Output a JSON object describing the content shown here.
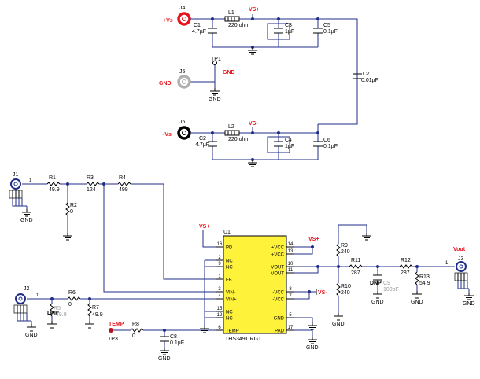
{
  "connectors": {
    "j4": {
      "ref": "J4",
      "net": "+Vs"
    },
    "j5": {
      "ref": "J5",
      "net": "GND"
    },
    "j6": {
      "ref": "J6",
      "net": "-Vs"
    },
    "j1": {
      "ref": "J1",
      "pin": "1"
    },
    "j2": {
      "ref": "J2",
      "pin": "1"
    },
    "j3": {
      "ref": "J3",
      "pin": "1",
      "net": "Vout"
    }
  },
  "testpoints": {
    "tp1": {
      "ref": "TP1",
      "net": "GND"
    },
    "tp3": {
      "ref": "TP3",
      "net": "TEMP"
    }
  },
  "rail_labels": {
    "vs_plus": "VS+",
    "vs_minus": "VS-",
    "gnd": "GND"
  },
  "power_section": {
    "c1": {
      "ref": "C1",
      "value": "4.7µF"
    },
    "l1": {
      "ref": "L1",
      "value": "220 ohm"
    },
    "c3": {
      "ref": "C3",
      "value": "1µF"
    },
    "c5": {
      "ref": "C5",
      "value": "0.1µF"
    },
    "c7": {
      "ref": "C7",
      "value": "0.01µF"
    },
    "c2": {
      "ref": "C2",
      "value": "4.7µF"
    },
    "l2": {
      "ref": "L2",
      "value": "220 ohm"
    },
    "c4": {
      "ref": "C4",
      "value": "1µF"
    },
    "c6": {
      "ref": "C6",
      "value": "0.1µF"
    }
  },
  "input_section": {
    "r1": {
      "ref": "R1",
      "value": "49.9"
    },
    "r2": {
      "ref": "R2",
      "value": "0"
    },
    "r3": {
      "ref": "R3",
      "value": "124"
    },
    "r4": {
      "ref": "R4",
      "value": "499"
    },
    "r5": {
      "ref": "R5",
      "value": "49.9",
      "note": "DNP"
    },
    "r6": {
      "ref": "R6",
      "value": "0"
    },
    "r7": {
      "ref": "R7",
      "value": "49.9"
    },
    "r8": {
      "ref": "R8",
      "value": "0"
    },
    "c8": {
      "ref": "C8",
      "value": "0.1µF"
    }
  },
  "output_section": {
    "r9": {
      "ref": "R9",
      "value": "240"
    },
    "r10": {
      "ref": "R10",
      "value": "240"
    },
    "r11": {
      "ref": "R11",
      "value": "287"
    },
    "r12": {
      "ref": "R12",
      "value": "287"
    },
    "r13": {
      "ref": "R13",
      "value": "54.9"
    },
    "c9": {
      "ref": "C9",
      "value": "100pF",
      "note": "DNP"
    }
  },
  "ic": {
    "ref": "U1",
    "part": "THS3491IRGT",
    "left_pins": [
      {
        "num": "16",
        "name": "PD"
      },
      {
        "num": "2",
        "name": "NC"
      },
      {
        "num": "9",
        "name": "NC"
      },
      {
        "num": "1",
        "name": "FB"
      },
      {
        "num": "3",
        "name": "VIN-"
      },
      {
        "num": "4",
        "name": "VIN+"
      },
      {
        "num": "15",
        "name": "NC"
      },
      {
        "num": "12",
        "name": "NC"
      },
      {
        "num": "6",
        "name": "TEMP"
      }
    ],
    "right_pins": [
      {
        "num": "14",
        "name": "+VCC"
      },
      {
        "num": "13",
        "name": "+VCC"
      },
      {
        "num": "10",
        "name": "VOUT"
      },
      {
        "num": "11",
        "name": "VOUT"
      },
      {
        "num": "8",
        "name": "-VCC"
      },
      {
        "num": "7",
        "name": "-VCC"
      },
      {
        "num": "5",
        "name": "GND"
      },
      {
        "num": "17",
        "name": "PAD"
      }
    ]
  },
  "colors": {
    "wire": "#1f2d8a",
    "ic_fill": "#fff23a",
    "label_red": "#e8141c",
    "node": "#1f2d8a"
  }
}
